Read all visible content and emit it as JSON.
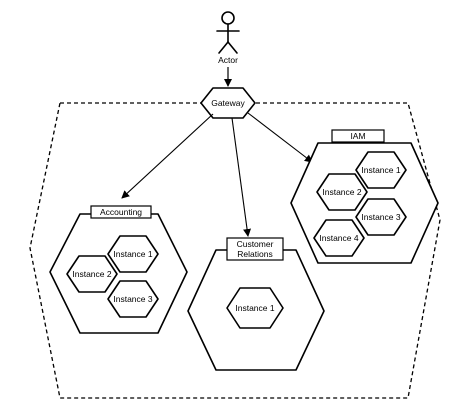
{
  "actor": {
    "label": "Actor"
  },
  "gateway": {
    "label": "Gateway"
  },
  "services": {
    "accounting": {
      "title": "Accounting",
      "instances": [
        "Instance 1",
        "Instance 2",
        "Instance 3"
      ]
    },
    "customer_relations": {
      "title_line1": "Customer",
      "title_line2": "Relations",
      "instances": [
        "Instance 1"
      ]
    },
    "iam": {
      "title": "IAM",
      "instances": [
        "Instance 1",
        "Instance 2",
        "Instance 3",
        "Instance 4"
      ]
    }
  }
}
